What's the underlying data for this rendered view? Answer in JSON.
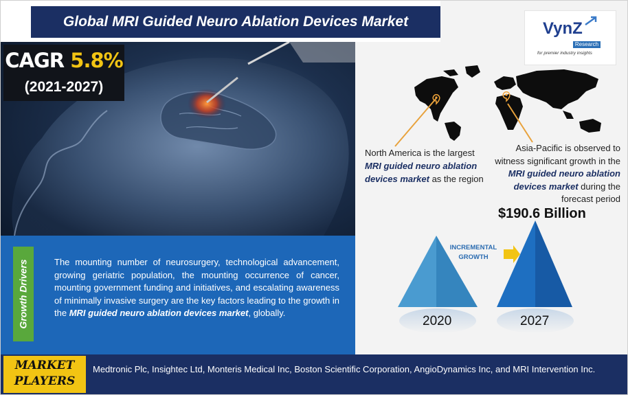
{
  "title": "Global MRI Guided Neuro Ablation Devices Market",
  "cagr": {
    "label": "CAGR",
    "value": "5.8%",
    "period": "(2021-2027)"
  },
  "logo": {
    "brand": "VynZ",
    "sub": "Research",
    "tagline": "for premier industry insights"
  },
  "regions": {
    "north_america": {
      "pre": "North America is the largest ",
      "bold": "MRI guided neuro ablation devices market",
      "post": " as the region"
    },
    "asia_pacific": {
      "pre": "Asia-Pacific is observed to witness significant growth in the ",
      "bold": "MRI guided neuro ablation devices market",
      "post": " during the forecast period"
    }
  },
  "market_value": "$190.6 Billion",
  "incremental": {
    "line1": "INCREMENTAL",
    "line2": "GROWTH"
  },
  "years": {
    "start": "2020",
    "end": "2027"
  },
  "growth_drivers": {
    "label": "Growth Drivers",
    "text_pre": "The mounting number of neurosurgery, technological advancement, growing geriatric population, the mounting occurrence of cancer, mounting government funding and initiatives, and escalating awareness of minimally invasive surgery are the key factors leading to the growth in the ",
    "text_bold": "MRI guided neuro ablation devices market",
    "text_post": ", globally."
  },
  "market_players": {
    "label_line1": "MARKET",
    "label_line2": "PLAYERS",
    "companies": "Medtronic Plc, Insightec Ltd, Monteris Medical Inc, Boston Scientific Corporation, AngioDynamics Inc, and MRI Intervention Inc."
  },
  "colors": {
    "navy": "#1b2f63",
    "blue": "#1d67b8",
    "green": "#59a83c",
    "yellow": "#f2c413",
    "orange": "#e8a23c"
  }
}
